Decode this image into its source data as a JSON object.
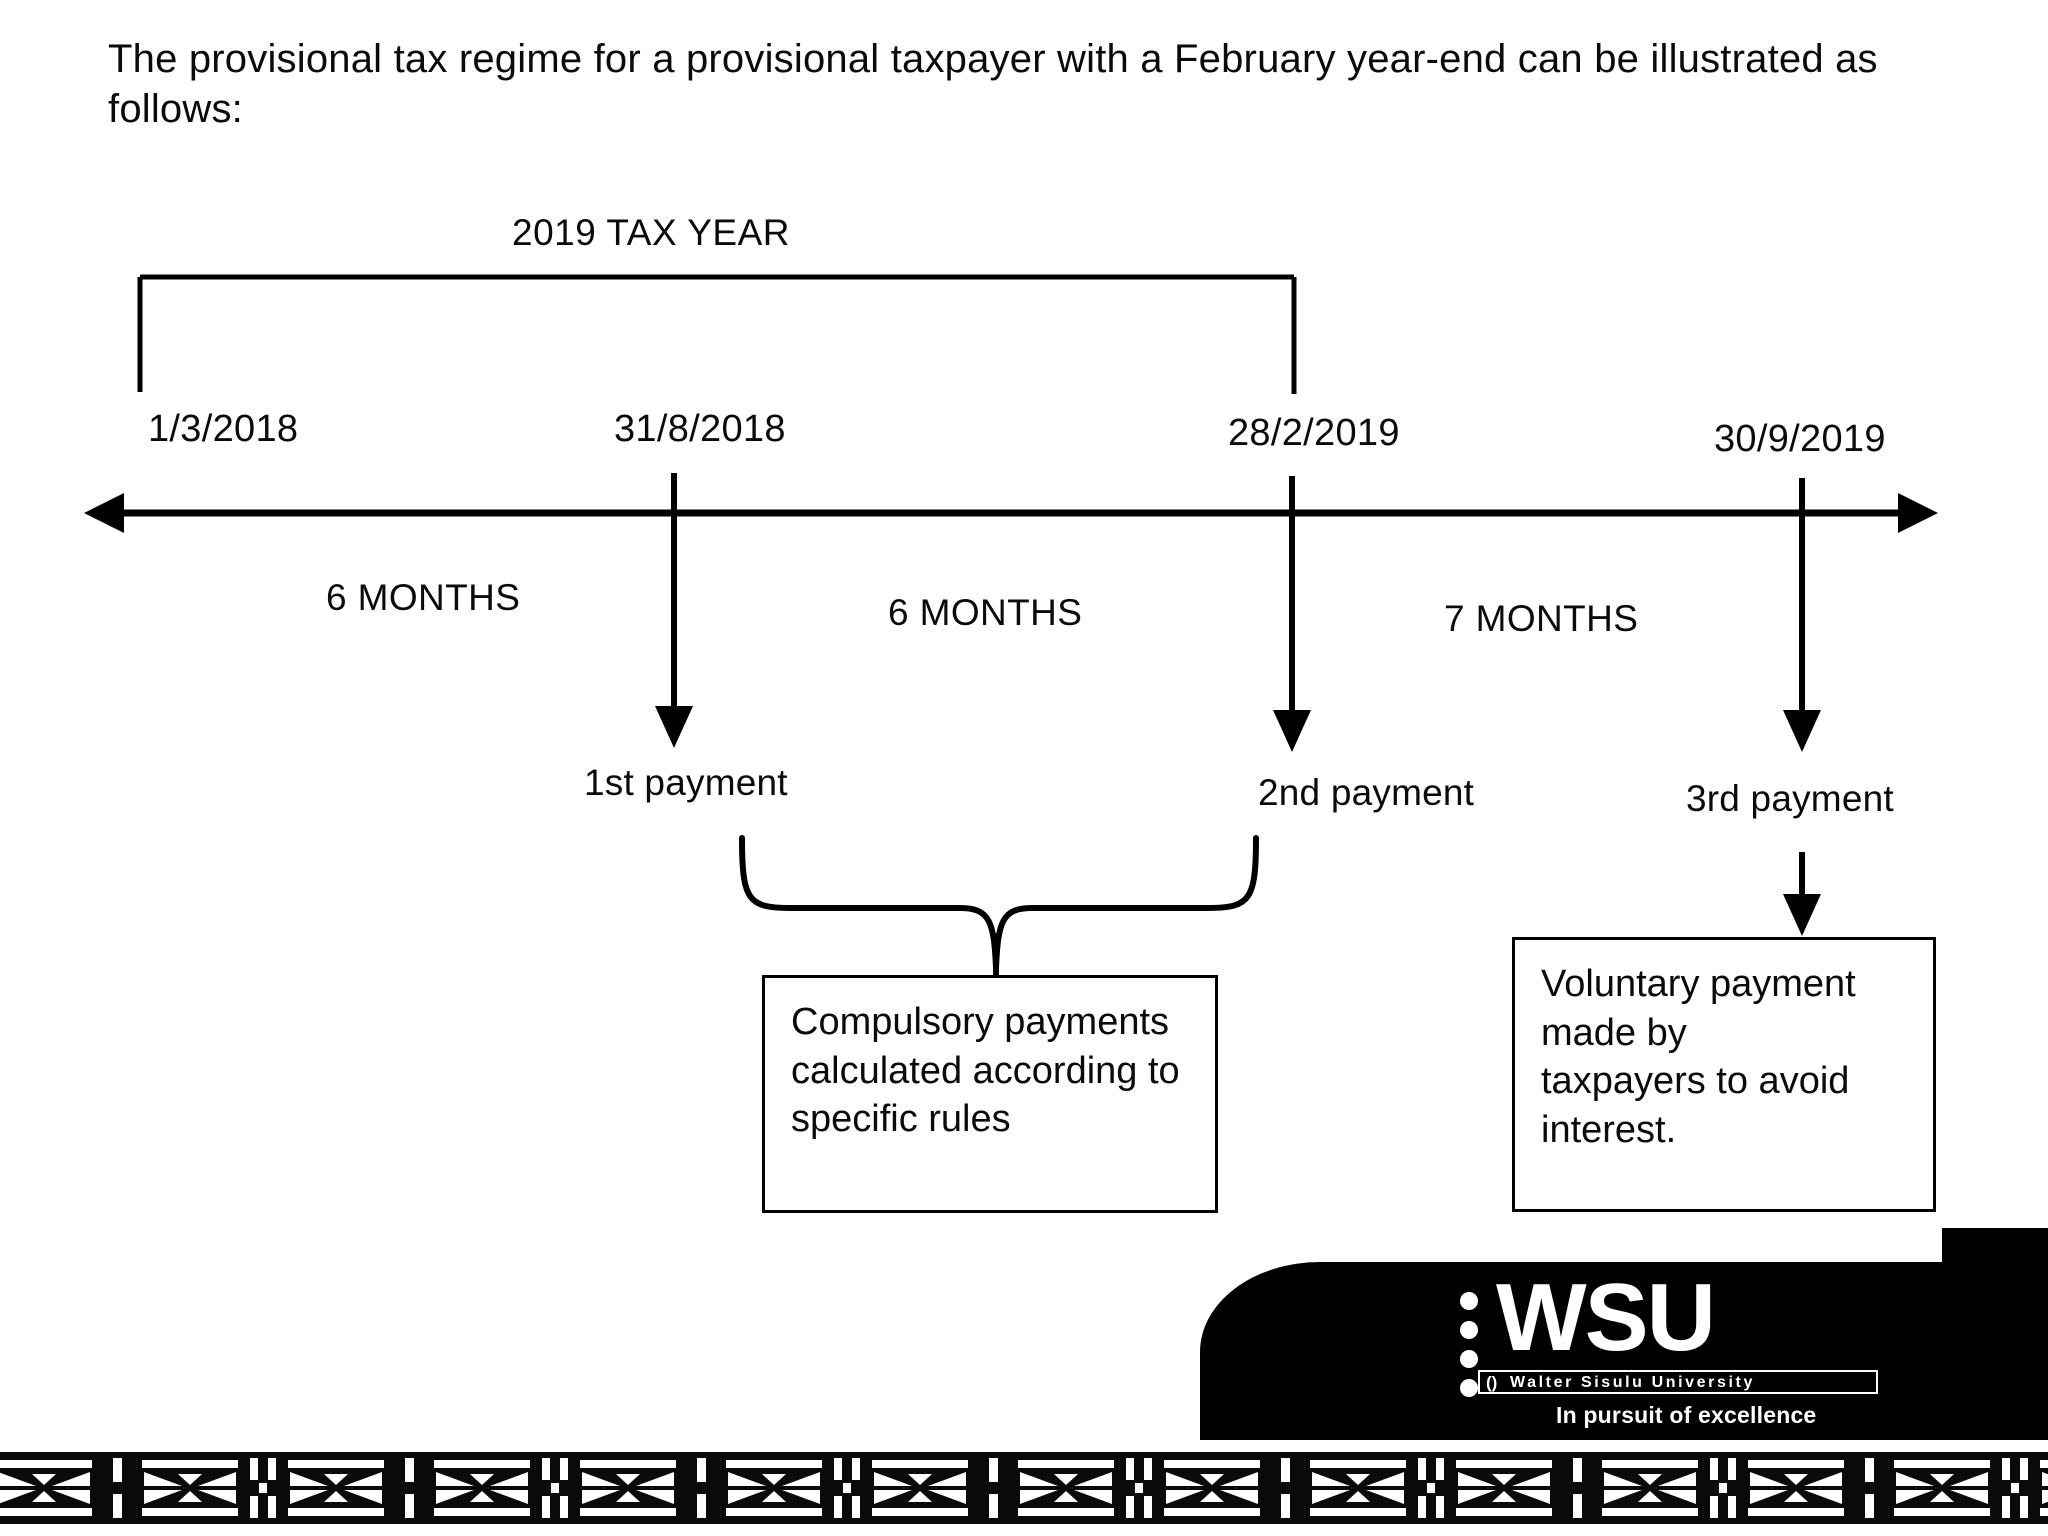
{
  "intro": {
    "text": "The provisional tax regime for a provisional taxpayer with a February year-end can be illustrated as follows:"
  },
  "diagram": {
    "tax_year_label": "2019 TAX YEAR",
    "dates": [
      {
        "label": "1/3/2018"
      },
      {
        "label": "31/8/2018"
      },
      {
        "label": "28/2/2019"
      },
      {
        "label": "30/9/2019"
      }
    ],
    "intervals": [
      {
        "label": "6 MONTHS"
      },
      {
        "label": "6 MONTHS"
      },
      {
        "label": "7 MONTHS"
      }
    ],
    "payments": [
      {
        "label": "1st payment"
      },
      {
        "label": "2nd payment"
      },
      {
        "label": "3rd payment"
      }
    ],
    "notes": [
      {
        "text": "Compulsory payments\ncalculated according to\nspecific rules"
      },
      {
        "text": "Voluntary payment\nmade by\ntaxpayers to avoid\ninterest."
      }
    ]
  },
  "logo": {
    "acronym": "WSU",
    "name": "Walter Sisulu University",
    "tagline": "In pursuit of excellence",
    "paren_glyph": "()"
  },
  "colors": {
    "ink": "#0b0b0b",
    "logo_bg": "#000000",
    "logo_fg": "#ffffff",
    "page_bg": "#ffffff"
  }
}
